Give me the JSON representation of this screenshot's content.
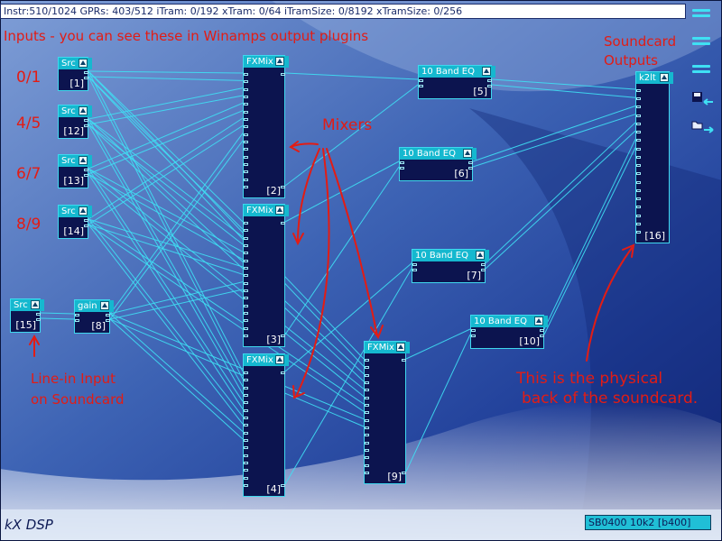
{
  "status": {
    "text": "Instr:510/1024 GPRs: 403/512 iTram: 0/192 xTram: 0/64 iTramSize: 0/8192 xTramSize: 0/256"
  },
  "labels": {
    "inputs_title": "Inputs - you can see these in Winamps output plugins",
    "ch01": "0/1",
    "ch45": "4/5",
    "ch67": "6/7",
    "ch89": "8/9",
    "mixers": "Mixers",
    "soundcard_outputs_1": "Soundcard",
    "soundcard_outputs_2": "Outputs",
    "linein_1": "Line-in Input",
    "linein_2": "on Soundcard",
    "physical_1": "This is the physical",
    "physical_2": "back of the soundcard."
  },
  "plugins": {
    "src1": {
      "title": "Src",
      "index": "[1]"
    },
    "src12": {
      "title": "Src",
      "index": "[12]"
    },
    "src13": {
      "title": "Src",
      "index": "[13]"
    },
    "src14": {
      "title": "Src",
      "index": "[14]"
    },
    "src15": {
      "title": "Src",
      "index": "[15]"
    },
    "gain8": {
      "title": "gain",
      "index": "[8]"
    },
    "fx2": {
      "title": "FXMix",
      "index": "[2]"
    },
    "fx3": {
      "title": "FXMix",
      "index": "[3]"
    },
    "fx4": {
      "title": "FXMix",
      "index": "[4]"
    },
    "fx9": {
      "title": "FXMix",
      "index": "[9]"
    },
    "eq5": {
      "title": "10 Band EQ",
      "index": "[5]"
    },
    "eq6": {
      "title": "10 Band EQ",
      "index": "[6]"
    },
    "eq7": {
      "title": "10 Band EQ",
      "index": "[7]"
    },
    "eq10": {
      "title": "10 Band EQ",
      "index": "[10]"
    },
    "k2lt": {
      "title": "k2lt",
      "index": "[16]"
    }
  },
  "footer": {
    "logo": "kX DSP",
    "card": "SB0400 10k2 [b400]"
  },
  "colors": {
    "wire": "#3fe0f4",
    "annotation": "#e31c14",
    "plugin_body": "#0c144f",
    "plugin_title": "#15b8cf"
  },
  "icons": [
    "menu-lines-icon",
    "save-disk-icon",
    "open-folder-icon",
    "chevron-up-icon"
  ]
}
